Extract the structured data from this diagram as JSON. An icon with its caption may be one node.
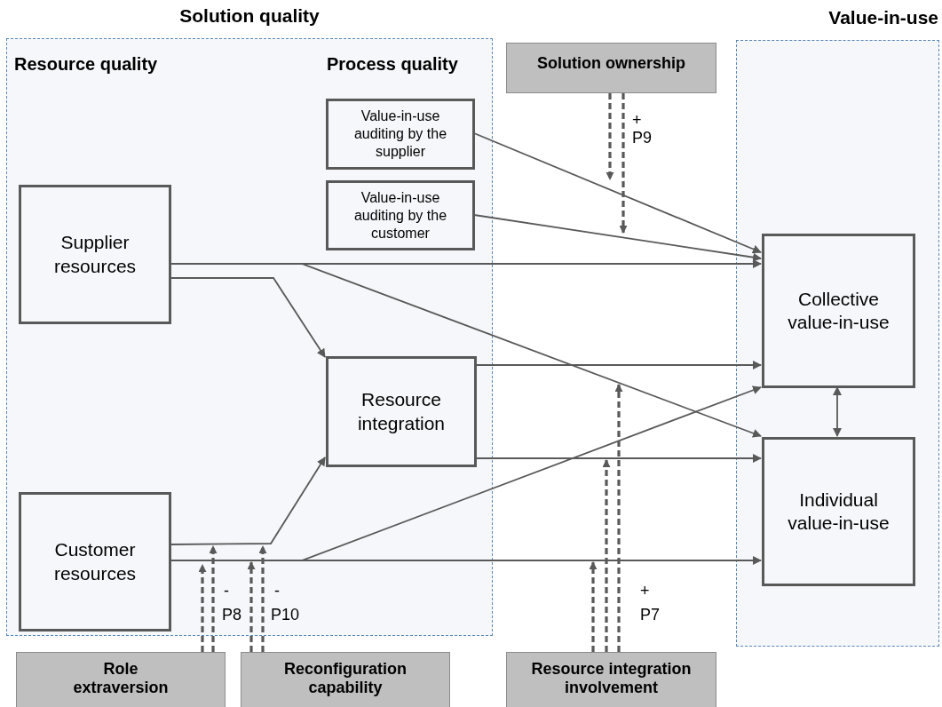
{
  "diagram": {
    "nodes": [
      {
        "text": [
          "Solution quality",
          "Resource quality",
          "Process quality"
        ]
      },
      {
        "text": [
          "Value-in-use"
        ]
      },
      {
        "text": [
          "Solution ownership"
        ]
      },
      {
        "text": [
          "Value-in-use auditing by the supplier"
        ],
        "in": 0
      },
      {
        "text": [
          "Value-in-use auditing by the customer"
        ],
        "in": 0
      },
      {
        "text": [
          "Supplier resources"
        ],
        "in": 0
      },
      {
        "text": [
          "Resource integration"
        ],
        "in": 0
      },
      {
        "text": [
          "Customer resources"
        ],
        "in": 0
      },
      {
        "text": [
          "Collective value-in-use"
        ],
        "in": 1
      },
      {
        "text": [
          "Individual value-in-use"
        ],
        "in": 1
      },
      {
        "text": [
          "Role extraversion"
        ]
      },
      {
        "text": [
          "Reconfiguration capability"
        ]
      },
      {
        "text": [
          "Resource integration involvement"
        ]
      }
    ],
    "edges": [
      {
        "from": 3,
        "to": 8,
        "arrow": "to"
      },
      {
        "from": 4,
        "to": 8,
        "arrow": "to"
      },
      {
        "from": 5,
        "to": 8,
        "arrow": "to"
      },
      {
        "from": 5,
        "to": 6,
        "arrow": "to"
      },
      {
        "from": 5,
        "to": 9,
        "arrow": "to"
      },
      {
        "from": 6,
        "to": 8,
        "arrow": "to"
      },
      {
        "from": 6,
        "to": 9,
        "arrow": "to"
      },
      {
        "from": 7,
        "to": 6,
        "arrow": "to"
      },
      {
        "from": 7,
        "to": 8,
        "arrow": "to"
      },
      {
        "from": 7,
        "to": 9,
        "arrow": "to"
      },
      {
        "from": 8,
        "to": 9,
        "arrow": "both"
      },
      {
        "from": 2,
        "to": null,
        "arrow": "to",
        "style": "dashed"
      },
      {
        "from": 2,
        "to": null,
        "arrow": "to",
        "style": "dashed"
      },
      {
        "from": 10,
        "to": null,
        "arrow": "to",
        "style": "dashed"
      },
      {
        "from": 10,
        "to": null,
        "arrow": "to",
        "style": "dashed"
      },
      {
        "from": 11,
        "to": null,
        "arrow": "to",
        "style": "dashed"
      },
      {
        "from": 11,
        "to": null,
        "arrow": "to",
        "style": "dashed"
      },
      {
        "from": 12,
        "to": null,
        "arrow": "to",
        "style": "dashed"
      },
      {
        "from": 12,
        "to": null,
        "arrow": "to",
        "style": "dashed"
      },
      {
        "from": 12,
        "to": null,
        "arrow": "to",
        "style": "dashed"
      }
    ],
    "labels": [
      "+",
      "P9",
      "-",
      "P8",
      "-",
      "P10",
      "+",
      "P7"
    ]
  }
}
